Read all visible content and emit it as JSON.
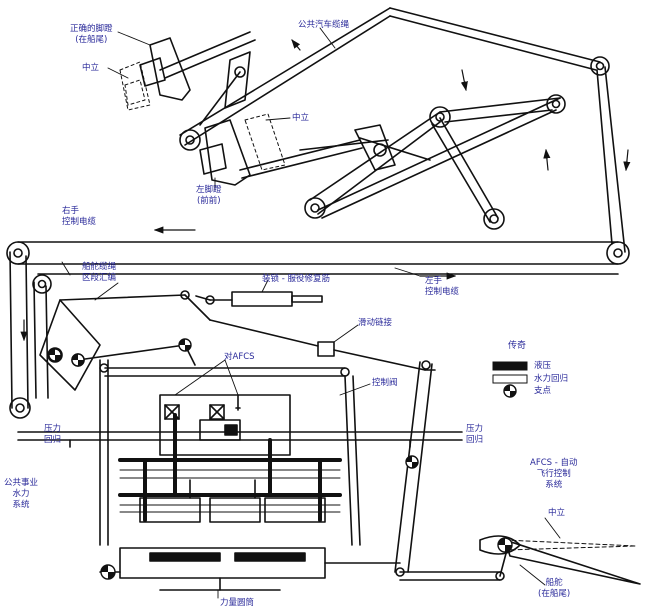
{
  "labels": {
    "right_pedal_correct": "正确的脚蹬",
    "right_pedal_correct_sub": "(在船尾)",
    "neutral_top_left": "中立",
    "neutral_mid": "中立",
    "shared_cable": "公共汽车缆绳",
    "left_pedal": "左脚蹬",
    "left_pedal_sub": "(前前)",
    "right_control_cable": "右手",
    "right_control_cable_sub": "控制电缆",
    "left_control_cable": "左手",
    "left_control_cable_sub": "控制电缆",
    "sector_label": "船舵缆绳",
    "sector_label_sub": "区段汇编",
    "trim_actuator": "装锁 - 服役修复筋",
    "sliding_link": "滑动链接",
    "afcs_top": "对AFCS",
    "control_valve": "控制阀",
    "pressure_return_left": "压力",
    "pressure_return_left_sub": "回归",
    "pressure_return_right": "压力",
    "pressure_return_right_sub": "回归",
    "public_hydraulic": "公共事业",
    "public_hydraulic_sub": "水力",
    "public_hydraulic_sub2": "系统",
    "afcs_system": "AFCS - 自动",
    "afcs_system_sub": "飞行控制",
    "afcs_system_sub2": "系统",
    "neutral_rudder": "中立",
    "rudder": "船舵",
    "rudder_sub": "(在船尾)",
    "power_cylinder": "力量圆筒"
  },
  "legend": {
    "title": "传奇",
    "hydraulic_pressure": "液压",
    "hydraulic_return": "水力回归",
    "pivot": "支点"
  },
  "colors": {
    "line": "#111111",
    "label": "#2a2a9a",
    "background": "#ffffff"
  }
}
